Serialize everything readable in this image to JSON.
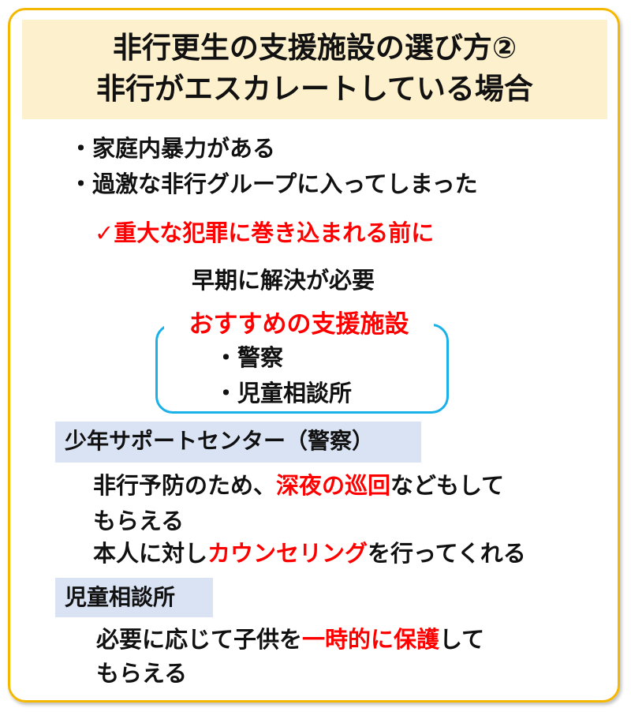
{
  "title": {
    "line1": "非行更生の支援施設の選び方②",
    "line2": "非行がエスカレートしている場合"
  },
  "bullets": [
    "・家庭内暴力がある",
    "・過激な非行グループに入ってしまった"
  ],
  "warning": "✓重大な犯罪に巻き込まれる前に",
  "early": "早期に解決が必要",
  "recommend": {
    "heading": "おすすめの支援施設",
    "items": [
      "・警察",
      "・児童相談所"
    ]
  },
  "section1": {
    "label": "少年サポートセンター（警察）",
    "line1_a": "非行予防のため、",
    "line1_b": "深夜の巡回",
    "line1_c": "などもして",
    "line2": "もらえる",
    "line3_a": "本人に対し",
    "line3_b": "カウンセリング",
    "line3_c": "を行ってくれる"
  },
  "section2": {
    "label": "児童相談所",
    "line1_a": "必要に応じて子供を",
    "line1_b": "一時的に保護",
    "line1_c": "して",
    "line2": "もらえる"
  },
  "colors": {
    "border": "#f5b800",
    "title_bg": "#fdf0cc",
    "accent_red": "#ff0000",
    "box_blue": "#1ab0e8",
    "label_bg": "#dae3f3"
  }
}
